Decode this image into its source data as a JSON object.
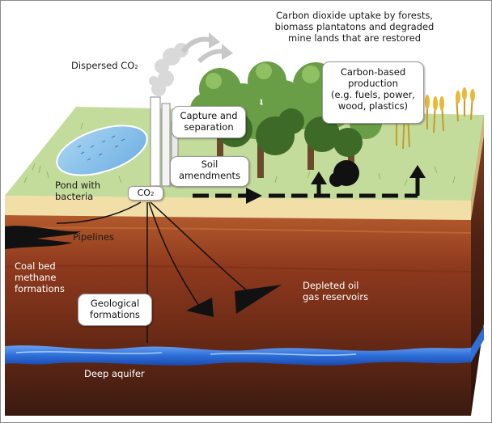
{
  "labels": {
    "forest_uptake": [
      "Carbon dioxide uptake by forests,",
      "biomass plantatons and degraded",
      "mine lands that are restored"
    ],
    "dispersed_co2": "Dispersed CO",
    "co2_subscript": "2",
    "capture_separation": [
      "Capture and",
      "separation"
    ],
    "carbon_production": [
      "Carbon-based",
      "production",
      "(e.g. fuels, power,",
      "wood, plastics)"
    ],
    "soil_amendments": [
      "Soil",
      "amendments"
    ],
    "pond": [
      "Pond with",
      "bacteria"
    ],
    "co2_tag": "CO",
    "pipelines": "Pipelines",
    "coal_bed": [
      "Coal bed",
      "methane",
      "formations"
    ],
    "geological": [
      "Geological",
      "formations"
    ],
    "depleted": [
      "Depleted oil",
      "gas reservoirs"
    ],
    "deep_aquifer": "Deep aquifer"
  },
  "colors": {
    "grass": "#c3dc9c",
    "soil_top": "#f2dfa8",
    "earth": "#8c3b1e",
    "earth_dark": "#3e1a10",
    "water": "#2e6fd8",
    "tree": "#6a9e46"
  }
}
